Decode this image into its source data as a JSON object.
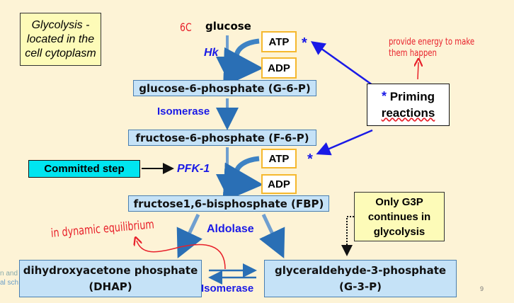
{
  "location_note": "Glycolysis - located in the cell cytoplasm",
  "annotations": {
    "six_carbon": "6C",
    "provide_energy": "provide energy to make them happen",
    "dynamic_equilibrium": "in dynamic equilibrium"
  },
  "molecules": {
    "glucose": "glucose",
    "g6p": "glucose-6-phosphate (G-6-P)",
    "f6p": "fructose-6-phosphate (F-6-P)",
    "fbp": "fructose1,6-bisphosphate (FBP)",
    "dhap_line1": "dihydroxyacetone phosphate",
    "dhap_line2": "(DHAP)",
    "g3p_line1": "glyceraldehyde-3-phosphate",
    "g3p_line2": "(G-3-P)"
  },
  "enzymes": {
    "hk": "Hk",
    "isomerase1": "Isomerase",
    "pfk1": "PFK-1",
    "aldolase": "Aldolase",
    "isomerase2": "Isomerase"
  },
  "energy": {
    "atp": "ATP",
    "adp": "ADP",
    "star": "*"
  },
  "priming": {
    "star": "*",
    "line1": "Priming",
    "line2": "reactions"
  },
  "committed_step": "Committed step",
  "g3p_note": "Only G3P continues in glycolysis",
  "footer_left": [
    "n and",
    "al sch"
  ],
  "page_number": "9",
  "colors": {
    "background": "#fdf3d6",
    "molecule_box": "#c5e2f7",
    "enzyme_text": "#1a1ae6",
    "annotation": "#e8202a",
    "committed": "#00e5f0",
    "note_box": "#fdfbb8"
  }
}
